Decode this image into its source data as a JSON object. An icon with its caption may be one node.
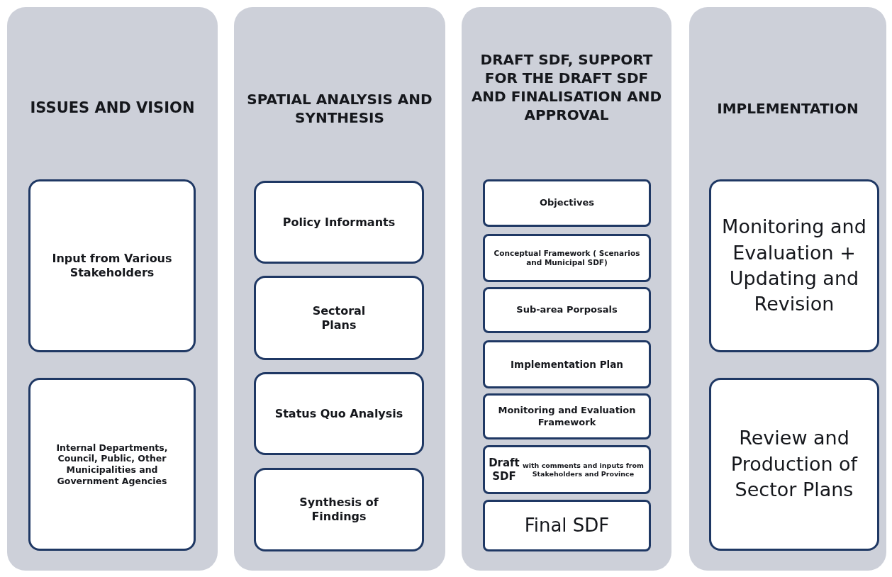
{
  "diagram": {
    "nodes": [
      {
        "text": [
          "ISSUES AND VISION"
        ]
      },
      {
        "text": [
          "Input from Various Stakeholders"
        ],
        "in": 0
      },
      {
        "text": [
          "Internal Departments, Council, Public, Other Municipalities and Government Agencies"
        ],
        "in": 0
      },
      {
        "text": [
          "SPATIAL ANALYSIS AND SYNTHESIS"
        ]
      },
      {
        "text": [
          "Policy Informants"
        ],
        "in": 3
      },
      {
        "text": [
          "Sectoral Plans"
        ],
        "in": 3
      },
      {
        "text": [
          "Status Quo Analysis"
        ],
        "in": 3
      },
      {
        "text": [
          "Synthesis of Findings"
        ],
        "in": 3
      },
      {
        "text": [
          "DRAFT SDF, SUPPORT FOR THE DRAFT SDF AND FINALISATION AND APPROVAL"
        ]
      },
      {
        "text": [
          "Objectives"
        ],
        "in": 8
      },
      {
        "text": [
          "Conceptual Framework ( Scenarios and Municipal SDF)"
        ],
        "in": 8
      },
      {
        "text": [
          "Sub-area Porposals"
        ],
        "in": 8
      },
      {
        "text": [
          "Implementation Plan"
        ],
        "in": 8
      },
      {
        "text": [
          "Monitoring and Evaluation Framework"
        ],
        "in": 8
      },
      {
        "text": [
          "**Draft SDF** with comments and inputs from Stakeholders and Province"
        ],
        "in": 8
      },
      {
        "text": [
          "Final SDF"
        ],
        "in": 8
      },
      {
        "text": [
          "IMPLEMENTATION"
        ]
      },
      {
        "text": [
          "Monitoring and Evaluation + Updating and Revision"
        ],
        "in": 16
      },
      {
        "text": [
          "Review and Production of Sector Plans"
        ],
        "in": 16
      }
    ]
  }
}
